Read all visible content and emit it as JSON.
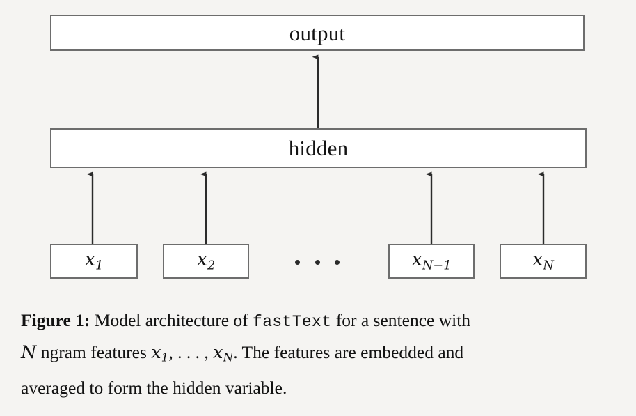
{
  "figure": {
    "id": "figure-1",
    "layers": {
      "output": {
        "label": "output"
      },
      "hidden": {
        "label": "hidden"
      }
    },
    "features": [
      {
        "base": "x",
        "sub": "1",
        "name": "x1"
      },
      {
        "base": "x",
        "sub": "2",
        "name": "x2"
      },
      {
        "base": "x",
        "sub": "N−1",
        "name": "xN-1"
      },
      {
        "base": "x",
        "sub": "N",
        "name": "xN"
      }
    ],
    "ellipsis": "...",
    "edges": [
      {
        "from": "x1",
        "to": "hidden"
      },
      {
        "from": "x2",
        "to": "hidden"
      },
      {
        "from": "xN-1",
        "to": "hidden"
      },
      {
        "from": "xN",
        "to": "hidden"
      },
      {
        "from": "hidden",
        "to": "output"
      }
    ],
    "colors": {
      "background": "#f5f4f2",
      "box_fill": "#ffffff",
      "box_border": "#6d6d6d",
      "arrow": "#2b2b2b",
      "text": "#121212"
    }
  },
  "caption": {
    "lead": "Figure 1:",
    "line1_before_mono": " Model architecture of ",
    "mono": "fastText",
    "line1_after_mono": " for a sentence with",
    "line2_a": "N",
    "line2_b": " ngram features ",
    "line2_math_x1_base": "x",
    "line2_math_x1_sub": "1",
    "line2_comma_dots": ", . . . , ",
    "line2_math_xN_base": "x",
    "line2_math_xN_sub": "N",
    "line2_c": ". The features are embedded and",
    "line3": "averaged to form the hidden variable."
  }
}
